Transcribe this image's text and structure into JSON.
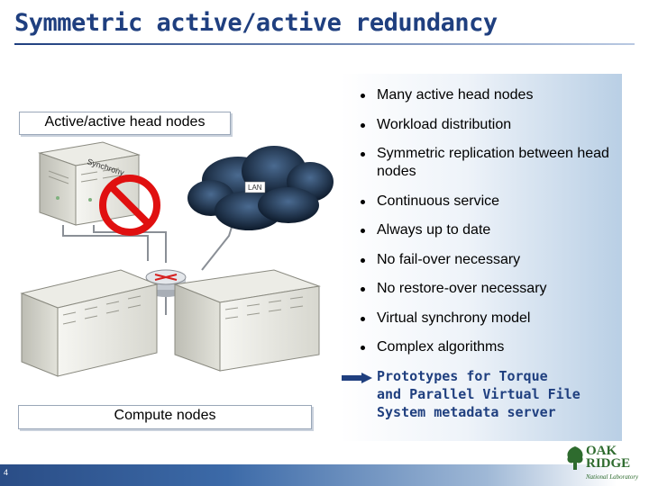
{
  "slide": {
    "title": "Symmetric active/active redundancy",
    "page_number": "4"
  },
  "diagram": {
    "head_nodes_label": "Active/active head nodes",
    "compute_nodes_label": "Compute nodes",
    "lan_label": "LAN",
    "synchrony_label": "Synchrony",
    "prohibited_icon": "no-sign-icon",
    "router_icon": "router-icon",
    "cloud_icon": "storm-cloud-icon"
  },
  "bullets": [
    "Many active head nodes",
    "Workload distribution",
    "Symmetric replication between head nodes",
    "Continuous service",
    "Always up to date",
    "No fail-over necessary",
    "No restore-over necessary",
    "Virtual synchrony model",
    "Complex algorithms"
  ],
  "highlight": {
    "lines": [
      "Prototypes for Torque",
      "and Parallel Virtual File",
      "System metadata server"
    ],
    "arrow_icon": "arrow-right-icon"
  },
  "logo": {
    "line1": "OAK",
    "line2": "RIDGE",
    "subline": "National Laboratory"
  },
  "colors": {
    "title": "#1f3f7f",
    "footer": "#2a4d86",
    "prohibit": "#e01010",
    "logo": "#2e6b2e"
  }
}
